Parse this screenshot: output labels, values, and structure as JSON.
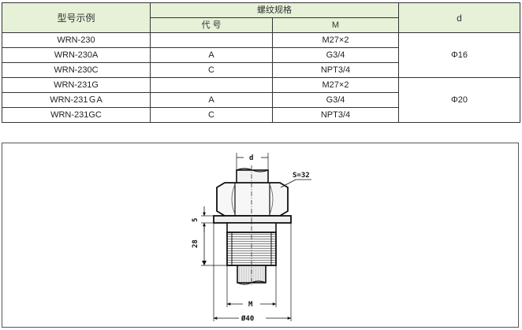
{
  "table": {
    "headers": {
      "example": "型号示例",
      "thread_spec": "螺纹规格",
      "code": "代 号",
      "m": "M",
      "d": "d"
    },
    "rows": [
      {
        "model": "WRN-230",
        "code": "",
        "m": "M27×2"
      },
      {
        "model": "WRN-230A",
        "code": "A",
        "m": "G3/4"
      },
      {
        "model": "WRN-230C",
        "code": "C",
        "m": "NPT3/4"
      },
      {
        "model": "WRN-231G",
        "code": "",
        "m": "M27×2"
      },
      {
        "model": "WRN-231ＧA",
        "code": "A",
        "m": "G3/4"
      },
      {
        "model": "WRN-231GC",
        "code": "C",
        "m": "NPT3/4"
      }
    ],
    "d_groups": [
      "Φ16",
      "Φ20"
    ]
  },
  "drawing": {
    "label_d": "d",
    "label_s": "S=32",
    "label_5": "5",
    "label_28": "28",
    "label_m": "M",
    "label_d40": "Ø40"
  }
}
